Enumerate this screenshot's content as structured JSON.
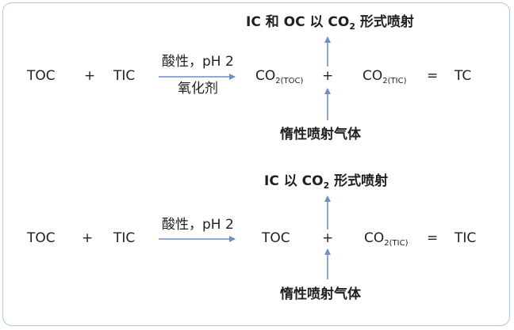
{
  "eq1": {
    "top_label": {
      "text": "IC 和 OC 以 CO",
      "sub": "2",
      "after": " 形式喷射"
    },
    "toc": "TOC",
    "plus1": "+",
    "tic": "TIC",
    "arrow_top": "酸性，pH 2",
    "arrow_bottom": "氧化剂",
    "co2_toc": {
      "main": "CO",
      "sub": "2(TOC)"
    },
    "plus2": "+",
    "co2_tic": {
      "main": "CO",
      "sub": "2(TIC)"
    },
    "equals": "=",
    "tc": "TC",
    "bottom_label": "惰性喷射气体"
  },
  "eq2": {
    "top_label": {
      "text": "IC 以 CO",
      "sub": "2",
      "after": " 形式喷射"
    },
    "toc": "TOC",
    "plus1": "+",
    "tic": "TIC",
    "arrow_top": "酸性，pH 2",
    "toc_result": "TOC",
    "plus2": "+",
    "co2_tic": {
      "main": "CO",
      "sub": "2(TIC)"
    },
    "equals": "=",
    "tic_result": "TIC",
    "bottom_label": "惰性喷射气体"
  },
  "colors": {
    "arrow": "#6f8fbf",
    "frame": "#a9cbe6",
    "text": "#1f1f1f"
  }
}
